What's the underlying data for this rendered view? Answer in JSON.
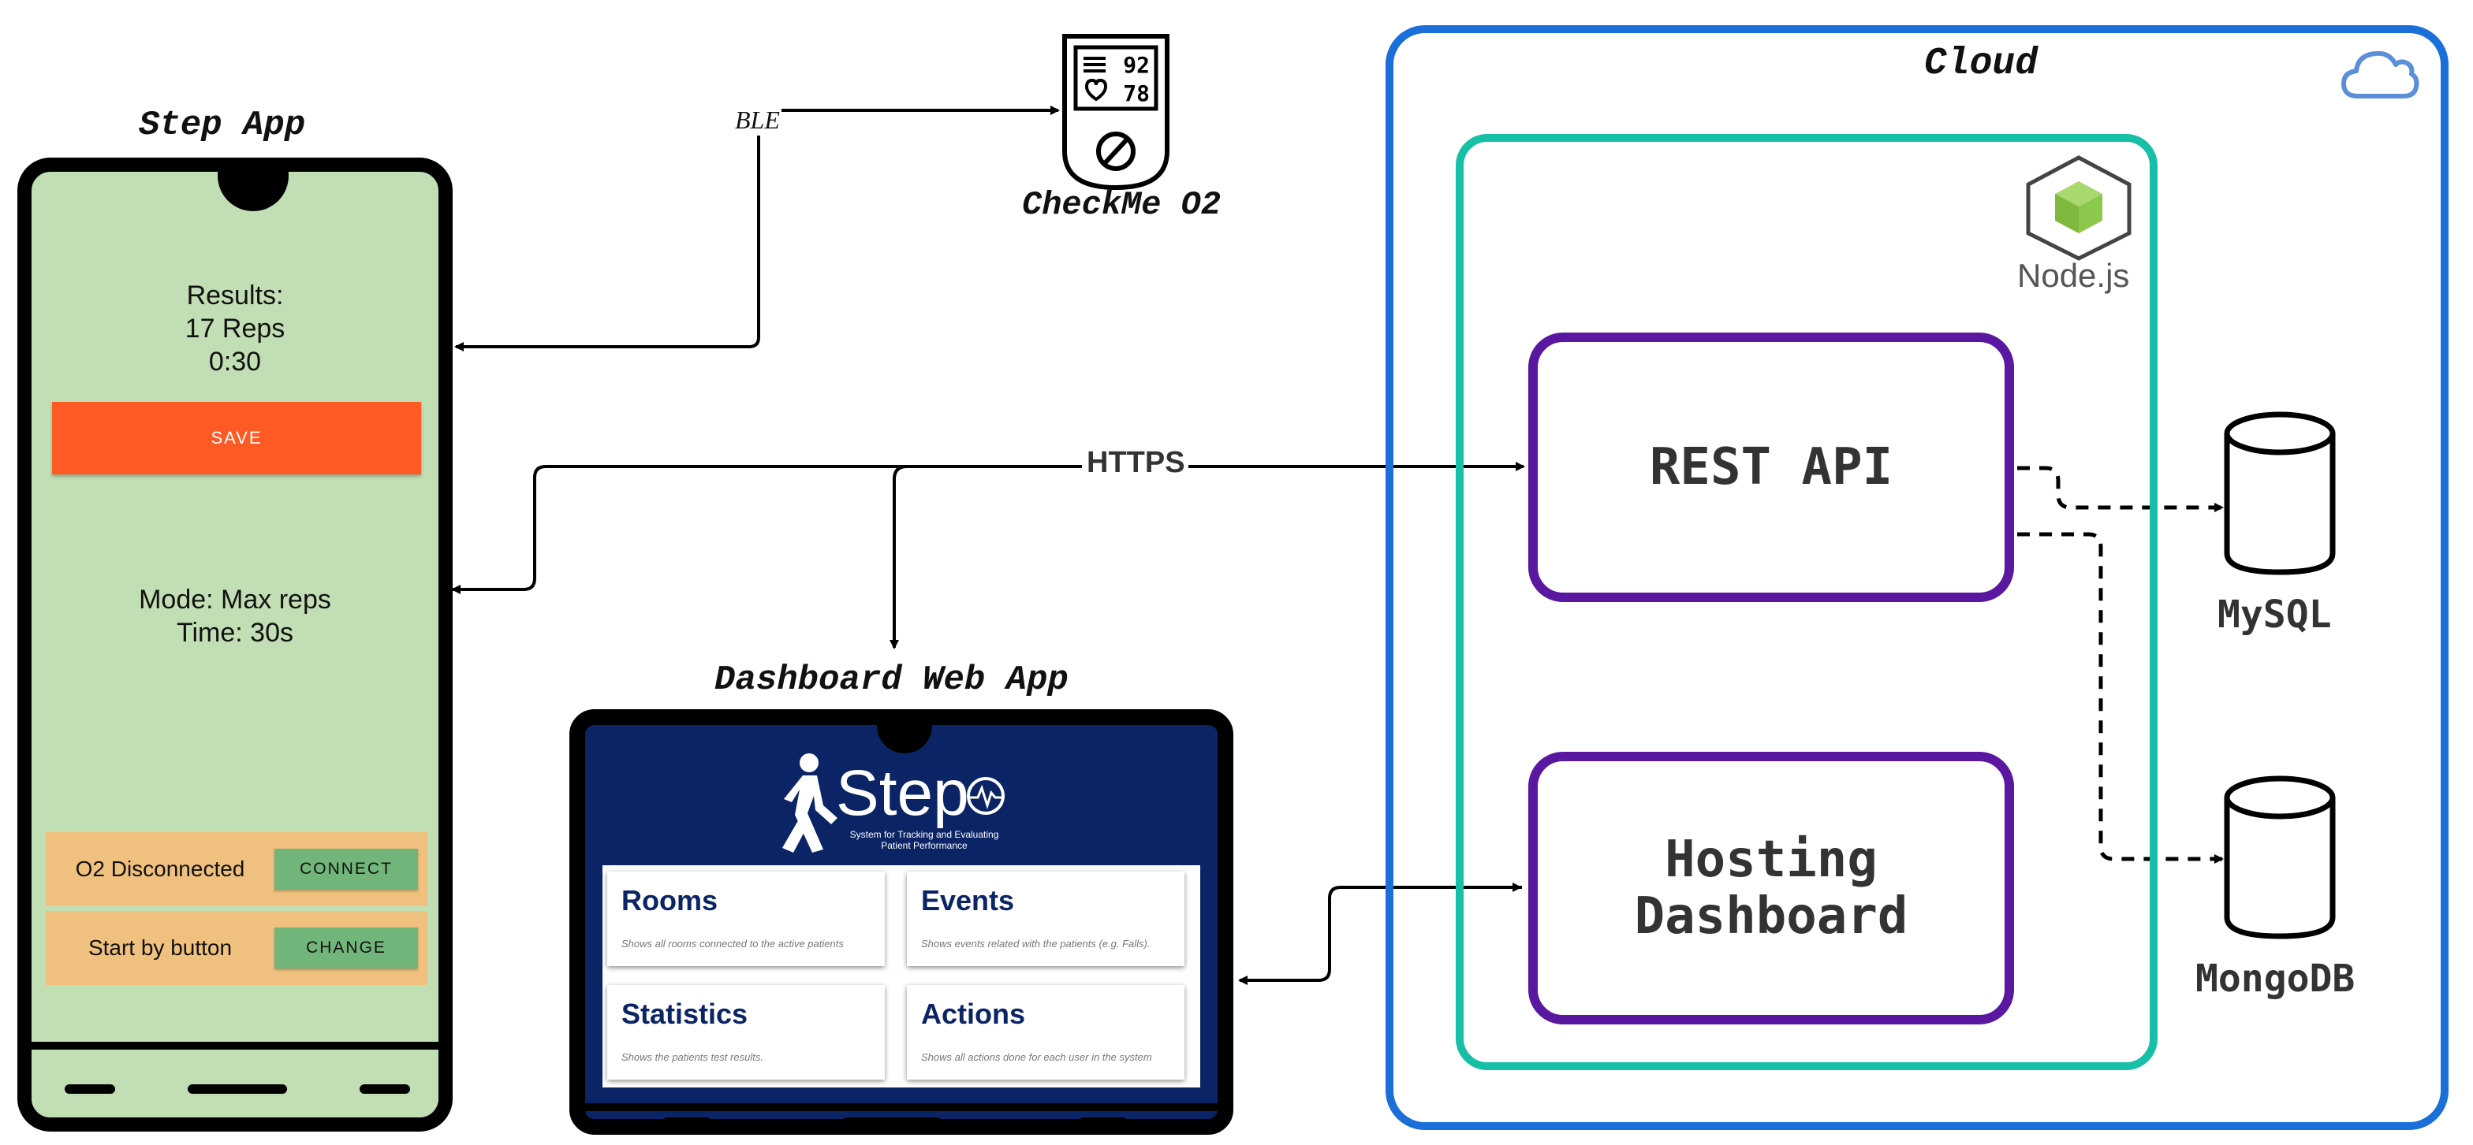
{
  "phone": {
    "title": "Step App",
    "results_label": "Results:",
    "reps": "17 Reps",
    "time": "0:30",
    "save_label": "SAVE",
    "mode": "Mode: Max reps",
    "mode_time": "Time: 30s",
    "o2_status": "O2 Disconnected",
    "connect_label": "CONNECT",
    "start_mode": "Start by button",
    "change_label": "CHANGE"
  },
  "device": {
    "name": "CheckMe O2",
    "spo2": "92",
    "heart_rate": "78"
  },
  "connections": {
    "ble": "BLE",
    "https": "HTTPS"
  },
  "dashboard": {
    "title": "Dashboard Web App",
    "logo_text": "Step",
    "subtitle": "System for Tracking and Evaluating Patient Performance",
    "cards": [
      {
        "title": "Rooms",
        "desc": "Shows all rooms connected to the active patients"
      },
      {
        "title": "Events",
        "desc": "Shows events related with the patients (e.g. Falls)."
      },
      {
        "title": "Statistics",
        "desc": "Shows the patients test results."
      },
      {
        "title": "Actions",
        "desc": "Shows all actions done for each user in the system"
      }
    ]
  },
  "cloud": {
    "title": "Cloud",
    "node_label": "Node.js",
    "rest_api": "REST API",
    "hosting": "Hosting\nDashboard",
    "mysql": "MySQL",
    "mongodb": "MongoDB"
  },
  "colors": {
    "cloud_border": "#1a6fd9",
    "node_border": "#17bfa6",
    "service_border": "#5a17a0",
    "phone_bg": "#c2deb4",
    "save_button": "#ff5a24",
    "dashboard_bg": "#0b2466",
    "nodejs_green": "#8cc84b"
  },
  "icons": {
    "cloud": "cloud-icon",
    "nodejs": "nodejs-hexagon-icon",
    "database": "database-cylinder-icon",
    "oximeter": "pulse-oximeter-icon",
    "walker": "walking-person-icon"
  }
}
